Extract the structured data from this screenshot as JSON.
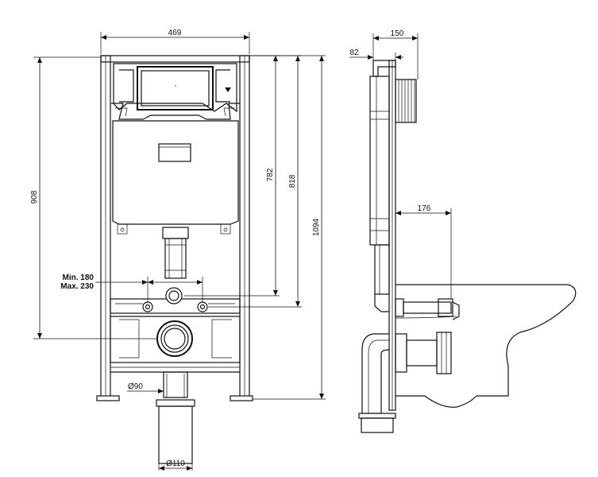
{
  "dimensions": {
    "width_469": "469",
    "height_908": "908",
    "height_782": "782",
    "height_818": "818",
    "height_1094": "1094",
    "depth_150": "150",
    "depth_82": "82",
    "offset_176": "176",
    "min_180": "Min. 180",
    "max_230": "Max. 230",
    "diam_90": "Ø90",
    "diam_110": "Ø110"
  },
  "colors": {
    "line": "#111111",
    "background": "#ffffff",
    "shade": "#e8e8e8"
  }
}
